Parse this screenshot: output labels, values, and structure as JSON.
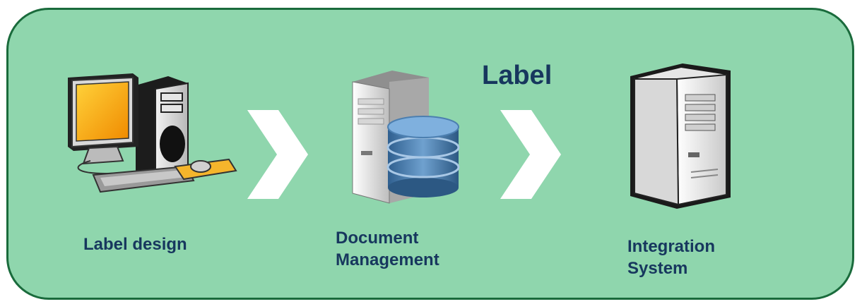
{
  "diagram": {
    "flow_label": "Label",
    "steps": [
      {
        "line1": "Label design",
        "line2": "",
        "icon": "desktop-computer-icon"
      },
      {
        "line1": "Document",
        "line2": "Management",
        "icon": "database-server-icon"
      },
      {
        "line1": "Integration",
        "line2": "System",
        "icon": "tower-server-icon"
      }
    ],
    "arrows": [
      "chevron-right-icon",
      "chevron-right-icon"
    ]
  },
  "colors": {
    "panel_fill": "#8fd6ad",
    "panel_border": "#1a6b3c",
    "text": "#17375e",
    "arrow": "#ffffff"
  }
}
